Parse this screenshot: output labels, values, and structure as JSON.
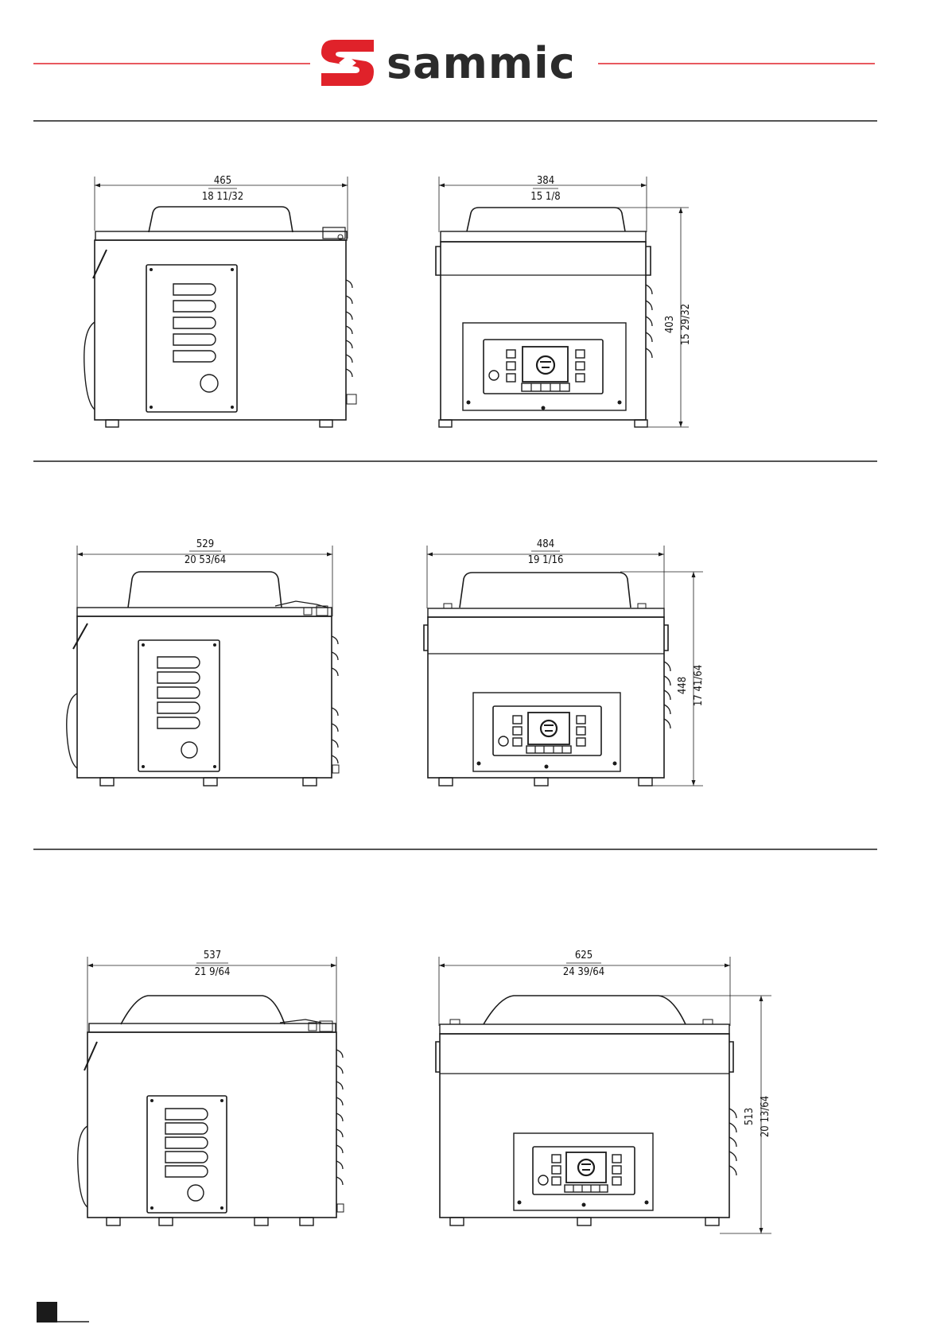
{
  "brand": {
    "name": "sammic",
    "colors": {
      "accent": "#e0222a",
      "text": "#2b2b2b",
      "line": "#1b1b1b"
    }
  },
  "models": [
    {
      "side": {
        "dim_mm": "465",
        "dim_in": "18 11/32"
      },
      "front": {
        "dim_mm": "384",
        "dim_in": "15 1/8",
        "height_mm": "403",
        "height_in": "15 29/32"
      }
    },
    {
      "side": {
        "dim_mm": "529",
        "dim_in": "20 53/64"
      },
      "front": {
        "dim_mm": "484",
        "dim_in": "19 1/16",
        "height_mm": "448",
        "height_in": "17 41/64"
      }
    },
    {
      "side": {
        "dim_mm": "537",
        "dim_in": "21 9/64"
      },
      "front": {
        "dim_mm": "625",
        "dim_in": "24 39/64",
        "height_mm": "513",
        "height_in": "20 13/64"
      }
    }
  ]
}
